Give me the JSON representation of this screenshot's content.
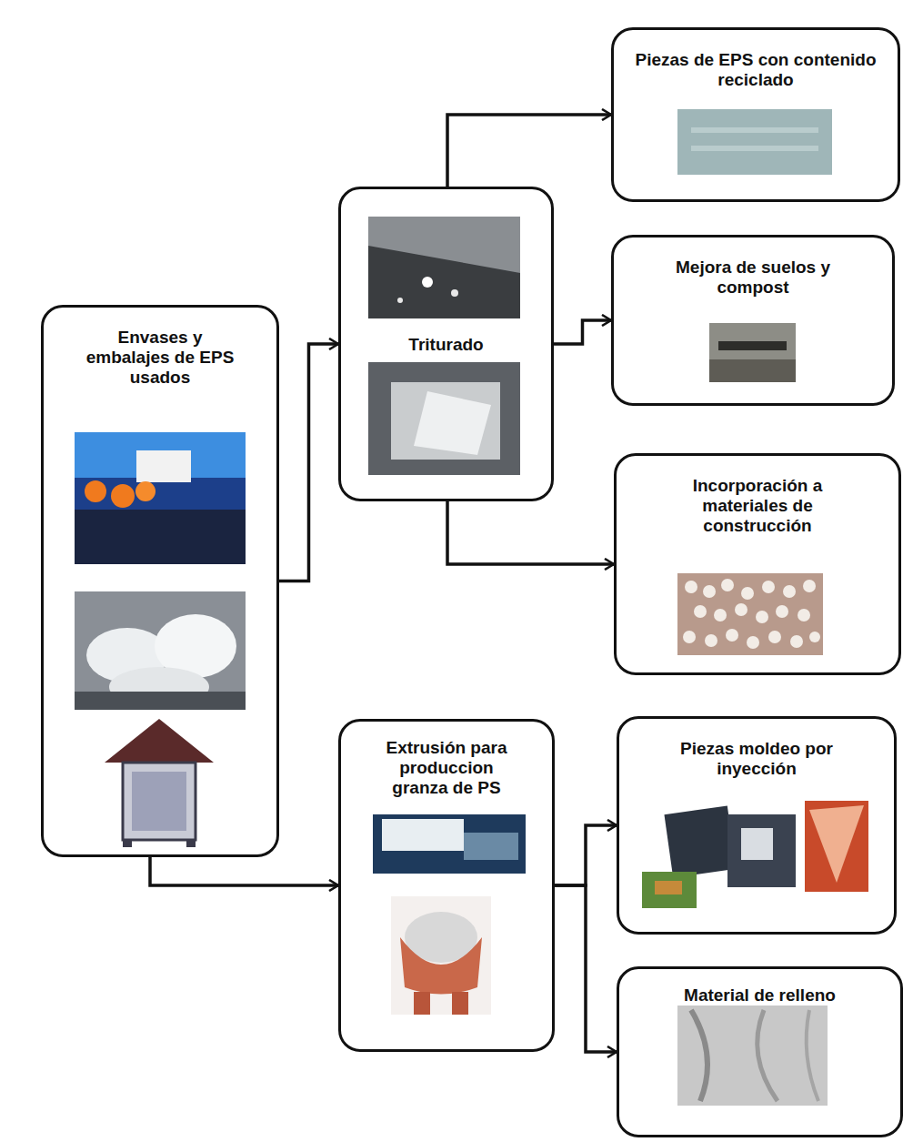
{
  "diagram": {
    "nodes": [
      {
        "text": [
          "Envases y embalajes de EPS usados"
        ]
      },
      {
        "text": [
          "Triturado"
        ]
      },
      {
        "text": [
          "Piezas de EPS con contenido reciclado"
        ]
      },
      {
        "text": [
          "Mejora de suelos y compost"
        ]
      },
      {
        "text": [
          "Incorporación a materiales de construcción"
        ]
      },
      {
        "text": [
          "Extrusión para produccion granza de PS"
        ]
      },
      {
        "text": [
          "Piezas moldeo por inyección"
        ]
      },
      {
        "text": [
          "Material de relleno"
        ]
      }
    ],
    "edges": [
      {
        "from": 0,
        "to": 1,
        "arrow": "to"
      },
      {
        "from": 0,
        "to": 5,
        "arrow": "to"
      },
      {
        "from": 1,
        "to": 2,
        "arrow": "to"
      },
      {
        "from": 1,
        "to": 3,
        "arrow": "to"
      },
      {
        "from": 1,
        "to": 4,
        "arrow": "to"
      },
      {
        "from": 5,
        "to": 6,
        "arrow": "to"
      },
      {
        "from": 5,
        "to": 7,
        "arrow": "to"
      }
    ]
  }
}
